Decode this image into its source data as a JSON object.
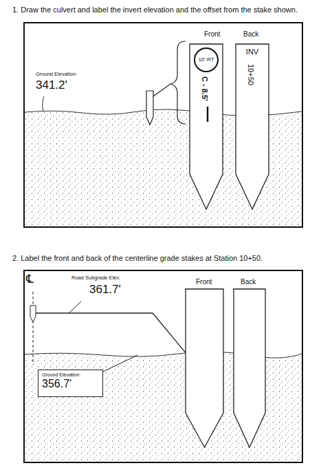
{
  "diagram": {
    "nodes": [
      {
        "text": [
          "C - 8.5'"
        ]
      },
      {
        "text": [
          "10' RT"
        ],
        "in": 0
      },
      {
        "text": [
          "INV",
          "10+50"
        ]
      },
      {
        "text": [
          "Ground Elevation:",
          "356.7'"
        ]
      }
    ],
    "labels": [
      "1.  Draw the culvert and label the invert elevation and the offset from the stake shown.",
      "Front",
      "Back",
      "Ground Elevation:",
      "341.2'",
      "2.  Label the front and back of the centerline grade stakes at Station 10+50.",
      "℄",
      "Road Subgrade Elev.",
      "361.7'",
      "Front",
      "Back"
    ]
  }
}
